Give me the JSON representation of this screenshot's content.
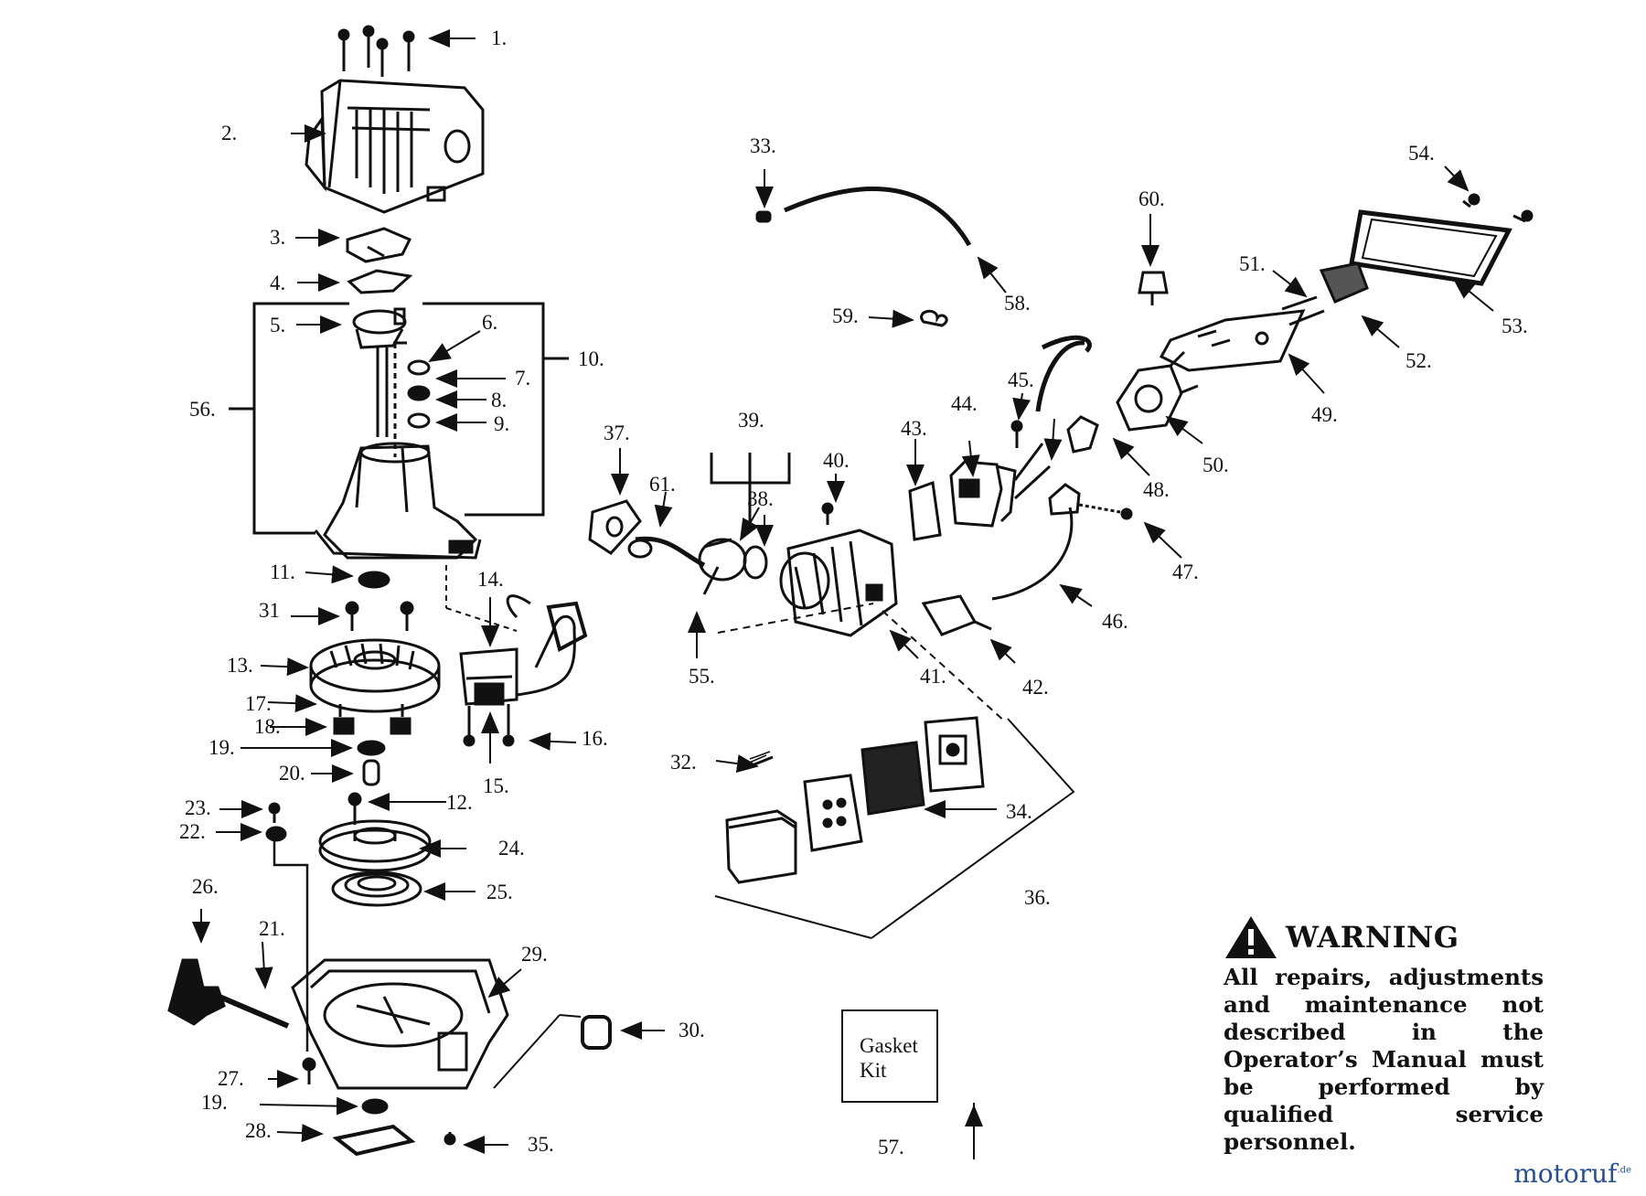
{
  "labels": {
    "1": "1.",
    "2": "2.",
    "3": "3.",
    "4": "4.",
    "5": "5.",
    "6": "6.",
    "7": "7.",
    "8": "8.",
    "9": "9.",
    "10": "10.",
    "11": "11.",
    "12": "12.",
    "13": "13.",
    "14": "14.",
    "15": "15.",
    "16": "16.",
    "17": "17.",
    "18": "18.",
    "19a": "19.",
    "19b": "19.",
    "20": "20.",
    "21": "21.",
    "22": "22.",
    "23": "23.",
    "24": "24.",
    "25": "25.",
    "26": "26.",
    "27": "27.",
    "28": "28.",
    "29": "29.",
    "30": "30.",
    "31": "31",
    "32": "32.",
    "33": "33.",
    "34": "34.",
    "35": "35.",
    "36": "36.",
    "37": "37.",
    "38": "38.",
    "39": "39.",
    "40": "40.",
    "41": "41.",
    "42": "42.",
    "43": "43.",
    "44": "44.",
    "45": "45.",
    "46": "46.",
    "47": "47.",
    "48": "48.",
    "49": "49.",
    "50": "50.",
    "51": "51.",
    "52": "52.",
    "53": "53.",
    "54": "54.",
    "55": "55.",
    "56": "56.",
    "57": "57.",
    "58": "58.",
    "59": "59.",
    "60": "60.",
    "61": "61."
  },
  "gasket_kit": {
    "line1": "Gasket",
    "line2": "Kit"
  },
  "warning": {
    "title": "WARNING",
    "text": "All repairs, adjustments and maintenance not described in the Operator’s Manual must be performed by qualified service personnel."
  },
  "brand": {
    "name": "motoruf",
    "suffix": ".de",
    "color": "#2a4f8f"
  }
}
